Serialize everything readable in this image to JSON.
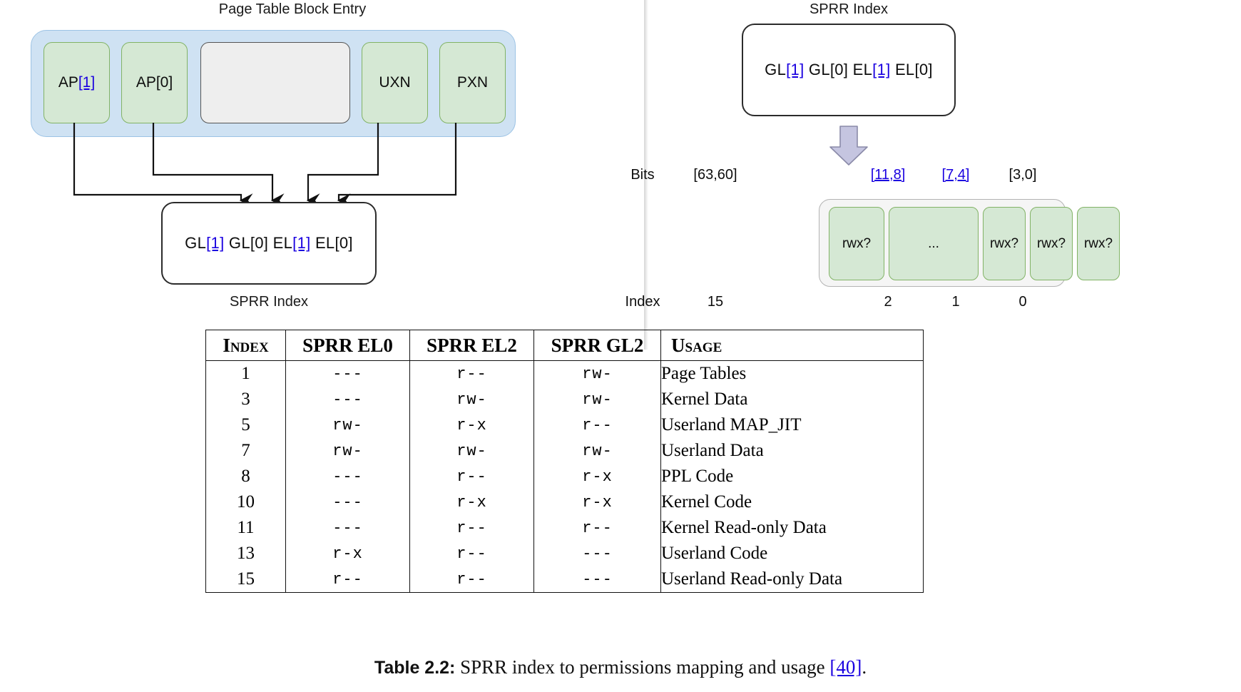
{
  "figure": {
    "left_panel": {
      "title": "Page Table Block Entry",
      "bottom_label": "SPRR Index",
      "fields": [
        {
          "label": "AP",
          "bracket": "[1]",
          "bracket_is_link": true,
          "type": "green"
        },
        {
          "label": "AP",
          "bracket": "[0]",
          "bracket_is_link": false,
          "type": "green"
        },
        {
          "label": "",
          "bracket": "",
          "bracket_is_link": false,
          "type": "reserved"
        },
        {
          "label": "UXN",
          "bracket": "",
          "bracket_is_link": false,
          "type": "green"
        },
        {
          "label": "PXN",
          "bracket": "",
          "bracket_is_link": false,
          "type": "green"
        }
      ],
      "index_box_parts": [
        {
          "text": "GL",
          "link": false
        },
        {
          "text": "[1]",
          "link": true
        },
        {
          "text": " GL[0] EL",
          "link": false
        },
        {
          "text": "[1]",
          "link": true
        },
        {
          "text": "  EL[0]",
          "link": false
        }
      ]
    },
    "right_panel": {
      "title": "SPRR Index",
      "index_box_parts": [
        {
          "text": "GL",
          "link": false
        },
        {
          "text": "[1]",
          "link": true
        },
        {
          "text": " GL[0] EL",
          "link": false
        },
        {
          "text": "[1]",
          "link": true
        },
        {
          "text": "  EL[0]",
          "link": false
        }
      ],
      "bits_row_label": "Bits",
      "index_row_label": "Index",
      "cells": [
        {
          "text": "rwx?",
          "bits": "[63,60]",
          "bits_link": false,
          "index": "15"
        },
        {
          "text": "...",
          "bits": "",
          "bits_link": false,
          "index": ""
        },
        {
          "text": "rwx?",
          "bits": "[11,8]",
          "bits_link": true,
          "index": "2"
        },
        {
          "text": "rwx?",
          "bits": "[7,4]",
          "bits_link": true,
          "index": "1"
        },
        {
          "text": "rwx?",
          "bits": "[3,0]",
          "bits_link": false,
          "index": "0"
        }
      ]
    },
    "colors": {
      "green_fill": "#d5e8d4",
      "green_border": "#82b366",
      "blue_fill": "#cfe2f3",
      "blue_border": "#9cc3e5",
      "gray_fill": "#eeeeee",
      "gray_border": "#555555",
      "arrow_fill": "#c5c5e0",
      "arrow_border": "#8a8aa8",
      "link_color": "#1a00e0"
    }
  },
  "table": {
    "headers": [
      "Index",
      "SPRR EL0",
      "SPRR EL2",
      "SPRR GL2",
      "Usage"
    ],
    "rows": [
      {
        "index": "1",
        "el0": "---",
        "el2": "r--",
        "gl2": "rw-",
        "usage": "Page Tables"
      },
      {
        "index": "3",
        "el0": "---",
        "el2": "rw-",
        "gl2": "rw-",
        "usage": "Kernel Data"
      },
      {
        "index": "5",
        "el0": "rw-",
        "el2": "r-x",
        "gl2": "r--",
        "usage": "Userland MAP_JIT"
      },
      {
        "index": "7",
        "el0": "rw-",
        "el2": "rw-",
        "gl2": "rw-",
        "usage": "Userland Data"
      },
      {
        "index": "8",
        "el0": "---",
        "el2": "r--",
        "gl2": "r-x",
        "usage": "PPL Code"
      },
      {
        "index": "10",
        "el0": "---",
        "el2": "r-x",
        "gl2": "r-x",
        "usage": "Kernel Code"
      },
      {
        "index": "11",
        "el0": "---",
        "el2": "r--",
        "gl2": "r--",
        "usage": "Kernel Read-only Data"
      },
      {
        "index": "13",
        "el0": "r-x",
        "el2": "r--",
        "gl2": "---",
        "usage": "Userland Code"
      },
      {
        "index": "15",
        "el0": "r--",
        "el2": "r--",
        "gl2": "---",
        "usage": "Userland Read-only Data"
      }
    ]
  },
  "caption": {
    "number": "Table 2.2:",
    "text": " SPRR index to permissions mapping and usage ",
    "citation": "[40]",
    "period": "."
  }
}
